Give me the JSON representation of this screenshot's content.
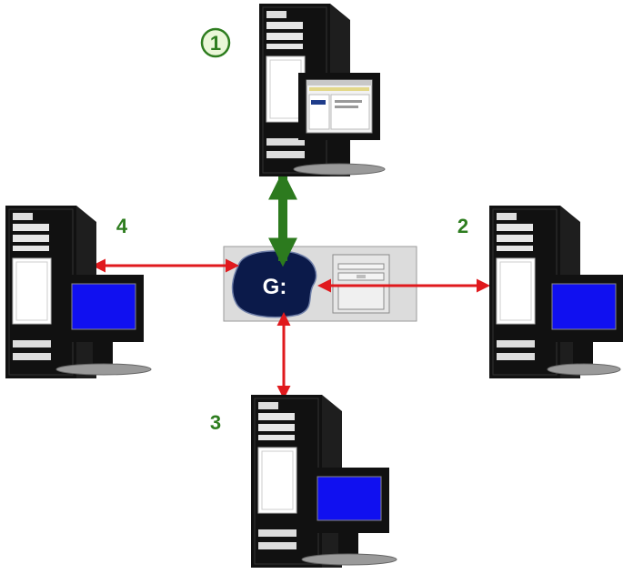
{
  "diagram": {
    "drive_label": "G:",
    "labels": {
      "top": "1",
      "right": "2",
      "bottom": "3",
      "left": "4"
    },
    "colors": {
      "label_green": "#2e7d1f",
      "arrow_green": "#2c7a1e",
      "arrow_red": "#e0191d",
      "drive_blob": "#0b1a4a",
      "server_panel": "#dcdcdc",
      "monitor_screen": "#1010f0",
      "tower": "#111111"
    },
    "icons": [
      "computer-tower-icon",
      "monitor-icon",
      "network-drive-icon",
      "server-panel-icon"
    ]
  }
}
